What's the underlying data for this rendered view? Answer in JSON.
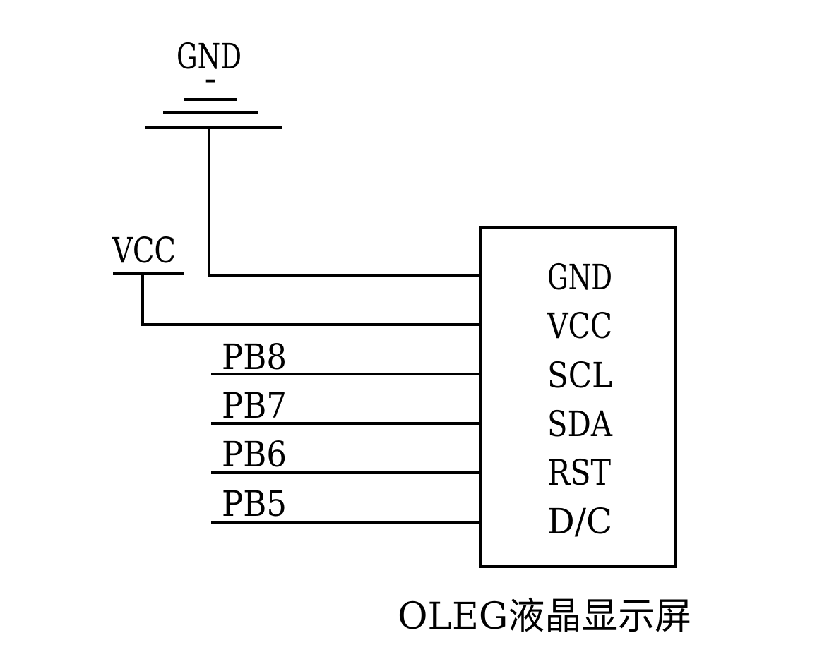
{
  "ground_symbol": {
    "label": "GND",
    "minus": "-"
  },
  "vcc_symbol": {
    "label": "VCC"
  },
  "nets": [
    "PB8",
    "PB7",
    "PB6",
    "PB5"
  ],
  "module": {
    "pins": [
      "GND",
      "VCC",
      "SCL",
      "SDA",
      "RST",
      "D/C"
    ],
    "caption": "OLEG液晶显示屏"
  }
}
